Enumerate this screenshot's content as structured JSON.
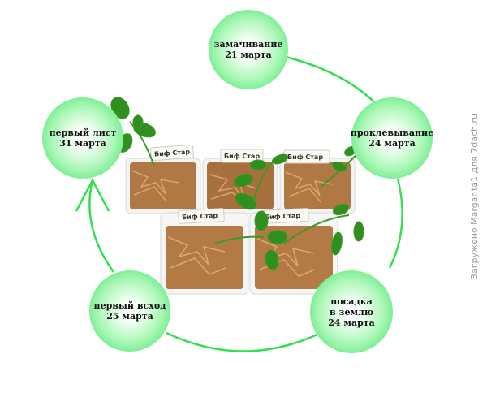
{
  "stages": [
    {
      "id": "soaking",
      "line1": "замачивание",
      "line2": "21 марта"
    },
    {
      "id": "sprouting",
      "line1": "проклевывание",
      "line2": "24 марта"
    },
    {
      "id": "planting",
      "line1": "посадка",
      "line2": "в землю",
      "line3": "24 марта"
    },
    {
      "id": "first-sprout",
      "line1": "первый всход",
      "line2": "25 марта"
    },
    {
      "id": "first-leaf",
      "line1": "первый лист",
      "line2": "31 марта"
    }
  ],
  "pot_labels": [
    "Биф Стар",
    "Биф Стар",
    "Биф Стар",
    "Биф Стар",
    "Биф Стар"
  ],
  "watermark": "Загружено Margarita1 для 7dach.ru",
  "colors": {
    "cycle_line": "#33e052",
    "node_edge": "#2fe05a",
    "node_center": "#ffffff"
  }
}
